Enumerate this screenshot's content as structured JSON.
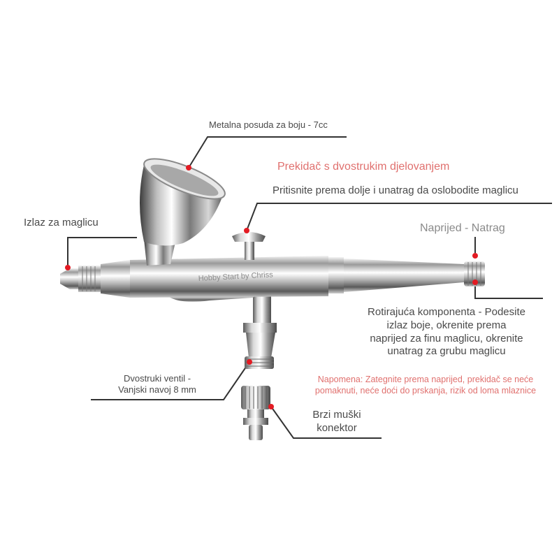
{
  "labels": {
    "paint_cup": "Metalna posuda za boju - 7cc",
    "dual_action_trigger": "Prekidač s dvostrukim djelovanjem",
    "trigger_instruction": "Pritisnite prema dolje i unatrag da oslobodite maglicu",
    "mist_outlet": "Izlaz za maglicu",
    "forward_back": "Naprijed - Natrag",
    "rotating_component": [
      "Rotirajuća komponenta - Podesite",
      "izlaz boje, okrenite prema",
      "naprijed za finu maglicu, okrenite",
      "unatrag za grubu maglicu"
    ],
    "note": [
      "Napomena: Zategnite prema naprijed, prekidač se neće",
      "pomaknuti, neće doći do prskanja, rizik od loma mlaznice"
    ],
    "dual_valve": [
      "Dvostruki ventil -",
      "Vanjski navoj 8 mm"
    ],
    "quick_connector": [
      "Brzi muški",
      "konektor"
    ],
    "body_engraving": "Hobby Start by Chriss"
  },
  "colors": {
    "accent": "#e0706e",
    "marker": "#e31b23",
    "leader_line": "#333333",
    "text": "#4a4a4a"
  }
}
